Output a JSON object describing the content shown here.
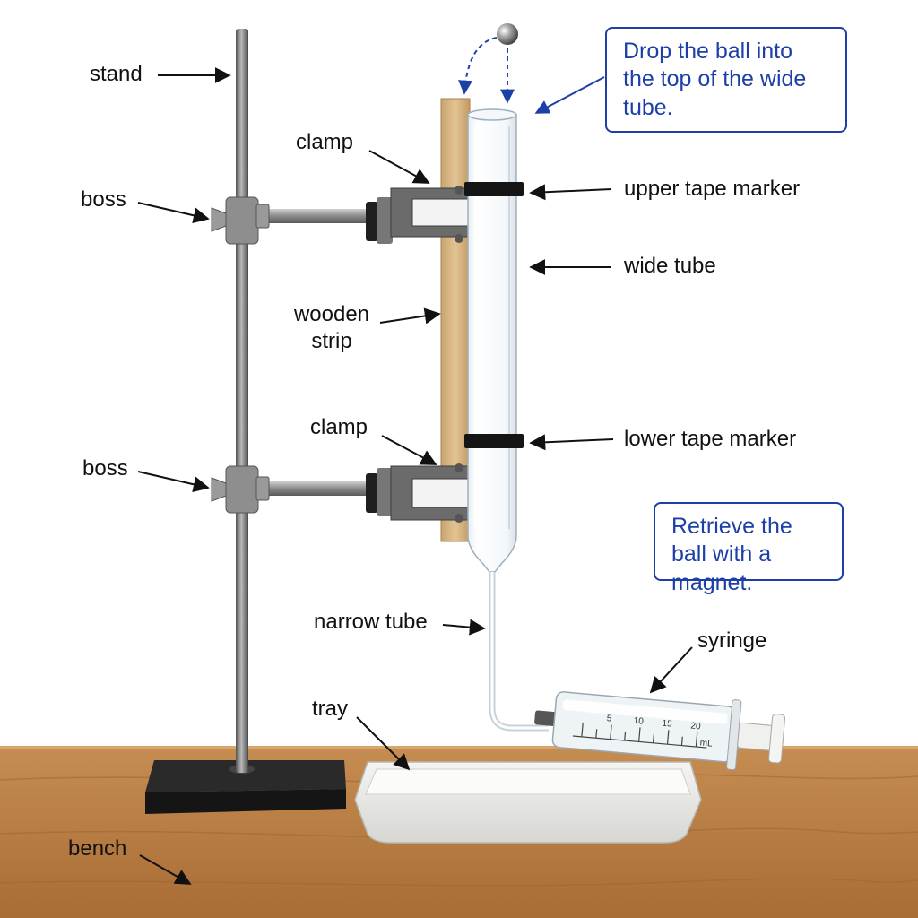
{
  "labels": {
    "stand": "stand",
    "clamp_upper": "clamp",
    "boss_upper": "boss",
    "upper_tape_marker": "upper tape marker",
    "wide_tube": "wide tube",
    "wooden_strip_1": "wooden",
    "wooden_strip_2": "strip",
    "clamp_lower": "clamp",
    "lower_tape_marker": "lower tape marker",
    "boss_lower": "boss",
    "narrow_tube": "narrow tube",
    "syringe": "syringe",
    "tray": "tray",
    "bench": "bench"
  },
  "callouts": {
    "drop_ball": "Drop the ball into the top of the wide tube.",
    "retrieve_ball": "Retrieve the ball with a magnet."
  },
  "syringe_scale": {
    "ticks": [
      "5",
      "10",
      "15",
      "20"
    ],
    "unit": "mL"
  },
  "colors": {
    "callout_blue": "#1c3fa8",
    "bench_wood": "#b98045",
    "strip_wood": "#d8b684",
    "metal": "#7d7d7d",
    "base": "#222222"
  }
}
